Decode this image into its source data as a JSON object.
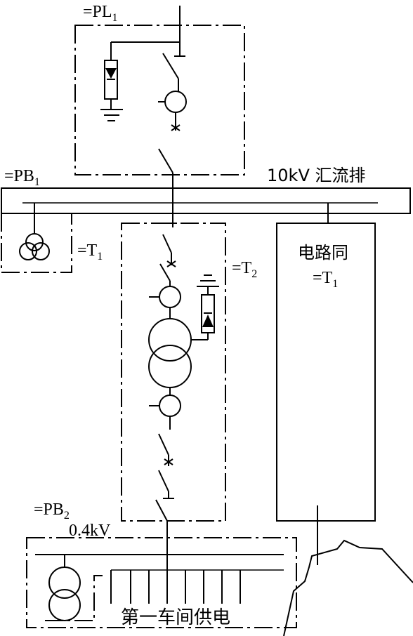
{
  "labels": {
    "pl1": "=PL",
    "pl1_sub": "1",
    "pb1": "=PB",
    "pb1_sub": "1",
    "t1": "=T",
    "t1_sub": "1",
    "t2": "=T",
    "t2_sub": "2",
    "pb2": "=PB",
    "pb2_sub": "2",
    "bus_10kv": "10kV 汇流排",
    "bus_04kv": "0.4kV",
    "same_circuit_line1": "电路同",
    "same_circuit_line2": "=T",
    "same_circuit_line2_sub": "1",
    "workshop": "第一车间供电"
  },
  "icons": {
    "surge_arrester_down": "arrester-down-icon",
    "surge_arrester_up": "arrester-up-icon",
    "ground": "ground-icon",
    "transformer": "transformer-icon",
    "three_winding_transformer": "three-winding-transformer-icon",
    "current_transformer": "current-transformer-icon",
    "disconnect_switch": "disconnect-switch-icon",
    "circuit_breaker": "circuit-breaker-icon",
    "break_line": "break-line-icon"
  }
}
